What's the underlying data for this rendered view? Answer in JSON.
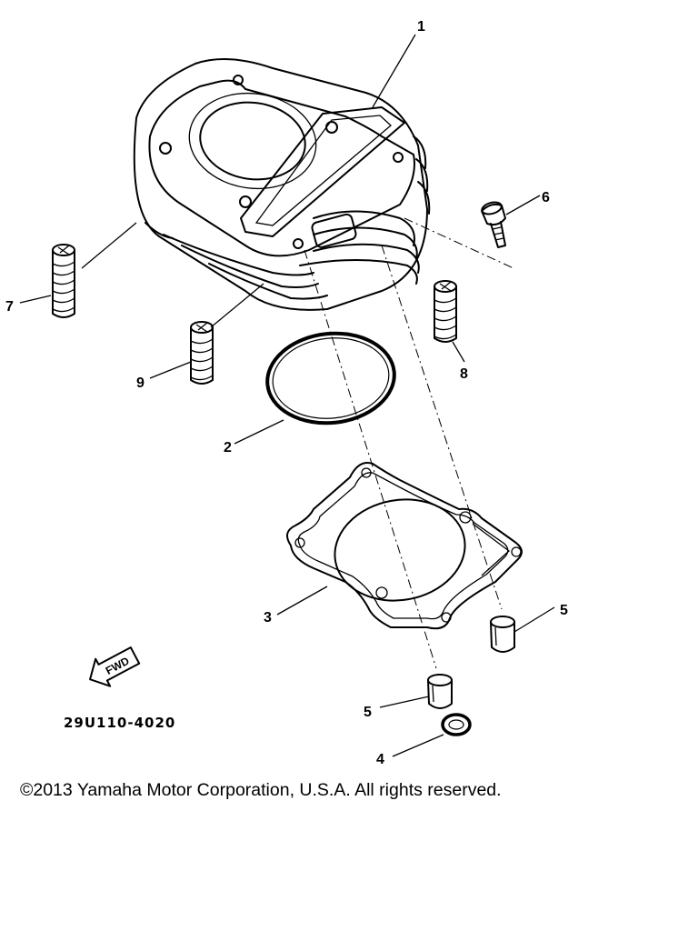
{
  "callouts": {
    "c1": "1",
    "c2": "2",
    "c3": "3",
    "c4": "4",
    "c5a": "5",
    "c5b": "5",
    "c6": "6",
    "c7": "7",
    "c8": "8",
    "c9": "9"
  },
  "diagram_code": "29U110-4020",
  "fwd_label": "FWD",
  "copyright": "©2013 Yamaha Motor Corporation, U.S.A. All rights reserved.",
  "icons": {
    "fwd_arrow": "fwd-arrow-icon"
  }
}
